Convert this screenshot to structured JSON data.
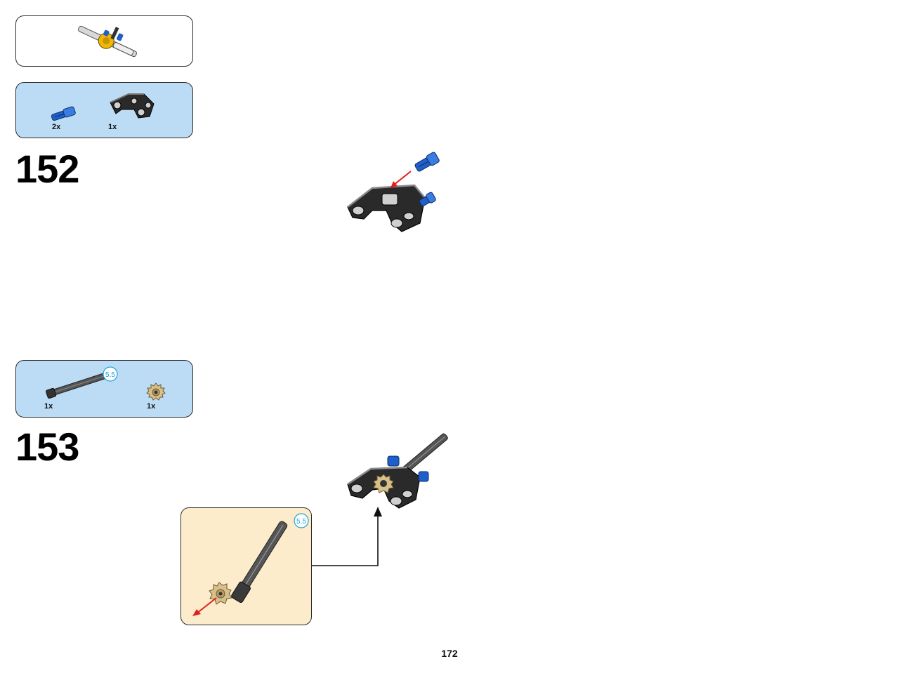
{
  "reference_assembly": {
    "icon": "axle-with-gear-assembly"
  },
  "steps": [
    {
      "number": "152",
      "parts": [
        {
          "qty": "2x",
          "icon": "blue-axle-pin"
        },
        {
          "qty": "1x",
          "icon": "black-steering-knuckle-arm"
        }
      ]
    },
    {
      "number": "153",
      "parts": [
        {
          "qty": "1x",
          "icon": "dark-grey-axle",
          "length_badge": "5.5"
        },
        {
          "qty": "1x",
          "icon": "tan-gear"
        }
      ],
      "subassembly": {
        "length_badge": "5.5"
      }
    }
  ],
  "page_number": "172",
  "colors": {
    "parts_panel": "#bcdcf5",
    "subassembly_panel": "#fdeccc",
    "arrow_red": "#e01e1e",
    "pin_blue": "#1e5fc8",
    "frame_black": "#2a2a2a",
    "gear_tan": "#d9c08a",
    "badge_cyan": "#1aa3d6"
  }
}
